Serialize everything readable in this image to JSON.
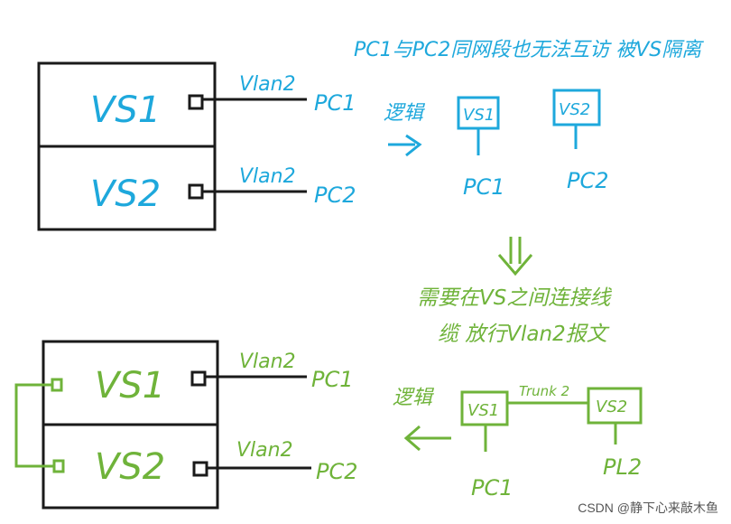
{
  "top": {
    "vs1": "VS1",
    "vs2": "VS2",
    "port1_vlan": "Vlan2",
    "port2_vlan": "Vlan2",
    "pc1": "PC1",
    "pc2": "PC2",
    "note": "PC1与PC2同网段也无法互访 被VS隔离",
    "logical_label": "逻辑",
    "logical_vs1": "VS1",
    "logical_vs2": "VS2",
    "logical_pc1": "PC1",
    "logical_pc2": "PC2"
  },
  "bottom": {
    "vs1": "VS1",
    "vs2": "VS2",
    "port1_vlan": "Vlan2",
    "port2_vlan": "Vlan2",
    "pc1": "PC1",
    "pc2": "PC2",
    "note_line1": "需要在VS之间连接线",
    "note_line2": "缆 放行Vlan2报文",
    "logical_label": "逻辑",
    "logical_vs1": "VS1",
    "logical_vs2": "VS2",
    "trunk_label": "Trunk 2",
    "logical_pc1": "PC1",
    "logical_pc2": "PL2"
  },
  "watermark": "CSDN @静下心来敲木鱼",
  "colors": {
    "blue": "#1ea8dc",
    "green": "#6fb33a",
    "black": "#1a1a1a"
  }
}
